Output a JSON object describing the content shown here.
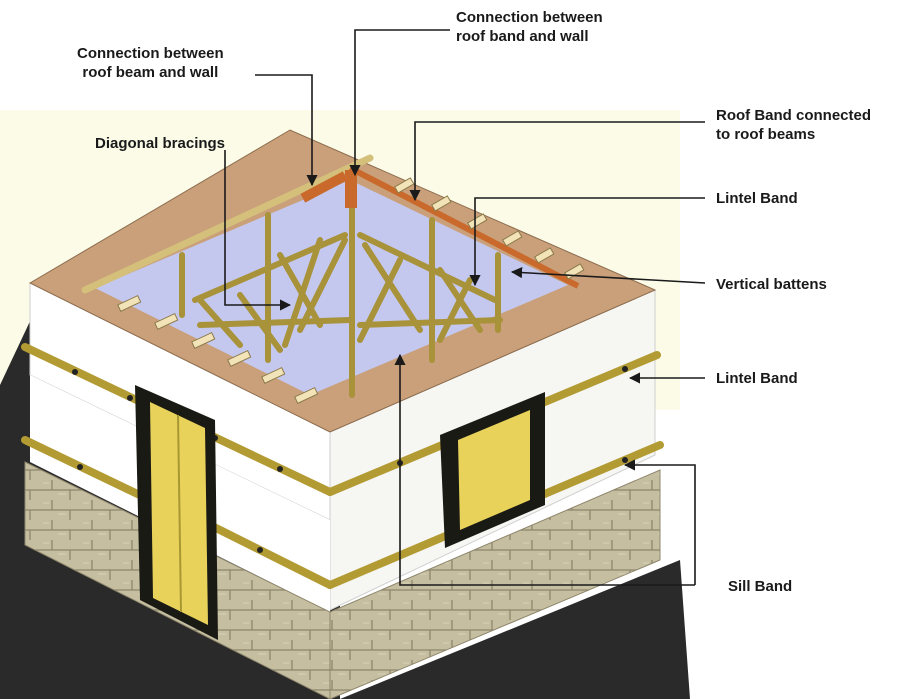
{
  "labels": {
    "roof_beam_wall": "Connection between\nroof beam and wall",
    "roof_band_wall": "Connection between\nroof band and wall",
    "roof_band_beams": "Roof Band connected\nto roof beams",
    "diagonal_bracings": "Diagonal bracings",
    "lintel_band_top": "Lintel Band",
    "vertical_battens": "Vertical battens",
    "lintel_band": "Lintel Band",
    "sill_band": "Sill Band"
  },
  "colors": {
    "background_upper": "#fbfbe8",
    "ground": "#2a2a2a",
    "roof_top": "#c9a07a",
    "wall_white": "#ffffff",
    "wall_front_shade": "#f3f3f0",
    "interior_sky": "#c4c8ee",
    "stone": "#c2bb9c",
    "band": "#b39b34",
    "door_frame": "#1a1a14",
    "door_panel": "#e8d25a",
    "timber": "#a8923a",
    "connector": "#c96a2c",
    "leader": "#1a1a1a"
  }
}
